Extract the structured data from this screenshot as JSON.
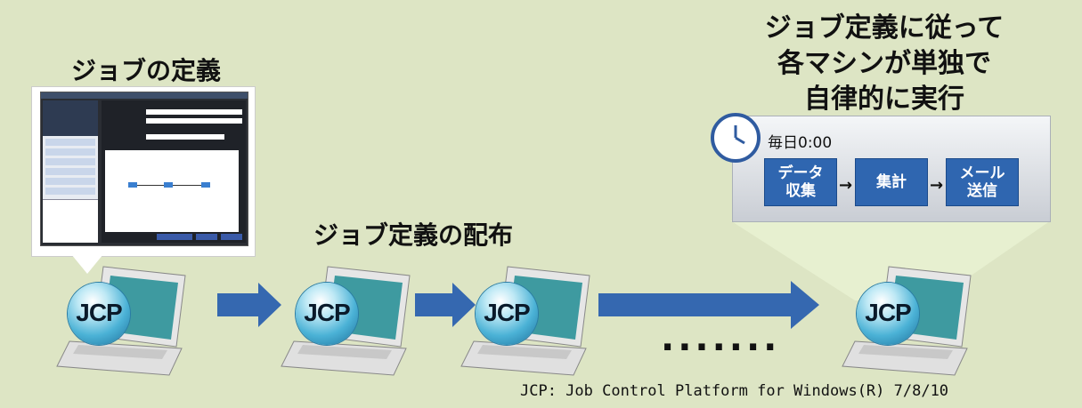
{
  "titles": {
    "job_definition": "ジョブの定義",
    "distribution": "ジョブ定義の配布",
    "autonomous_line1": "ジョブ定義に従って",
    "autonomous_line2": "各マシンが単独で",
    "autonomous_line3": "自律的に実行"
  },
  "schedule": {
    "time_label": "毎日0:00",
    "steps": [
      "データ\n収集",
      "集計",
      "メール\n送信"
    ]
  },
  "machines": [
    {
      "badge": "JCP"
    },
    {
      "badge": "JCP"
    },
    {
      "badge": "JCP"
    },
    {
      "badge": "JCP"
    }
  ],
  "ellipsis": ".......",
  "footer": "JCP: Job Control Platform for Windows(R) 7/8/10",
  "colors": {
    "background": "#dde5c4",
    "arrow": "#3568b0",
    "step_box": "#2f66b0",
    "laptop_screen": "#3e9aa0"
  }
}
